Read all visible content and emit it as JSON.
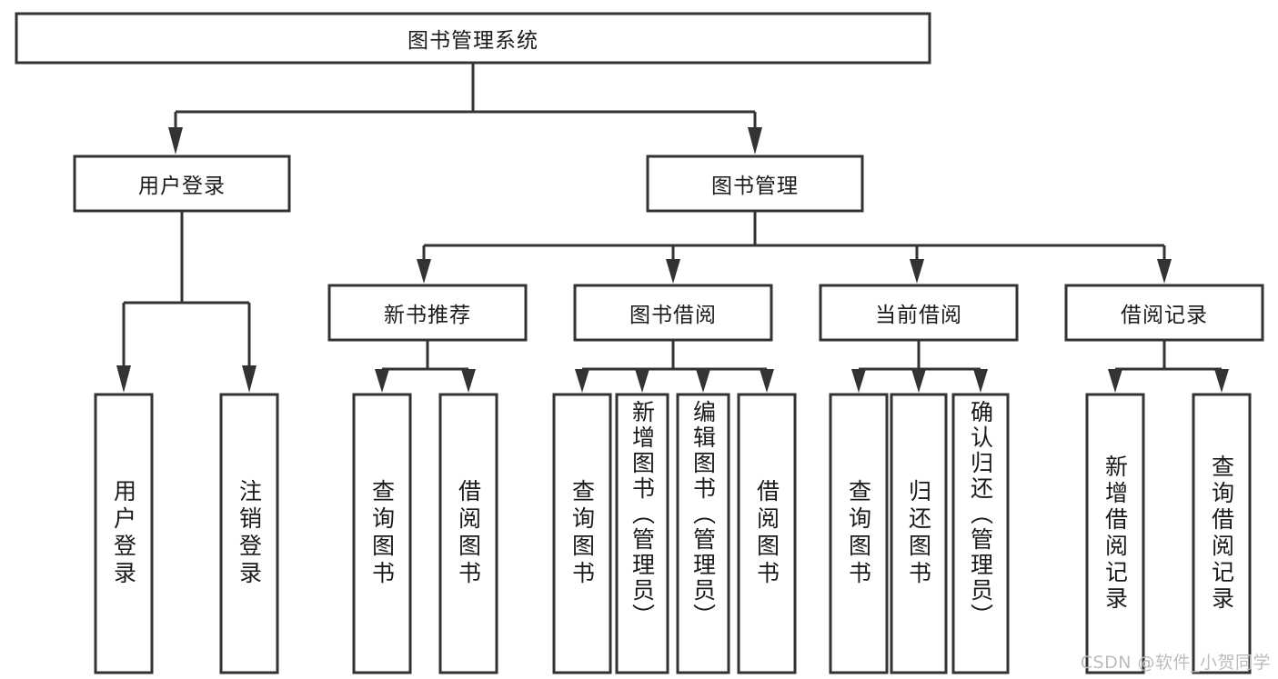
{
  "diagram": {
    "type": "tree-hierarchy",
    "title": "图书管理系统",
    "watermark": "CSDN @软件_小贺同学",
    "colors": {
      "stroke": "#333333",
      "fill": "#ffffff",
      "text": "#1a1a1a",
      "watermark": "#bcbcbc",
      "background": "#ffffff"
    },
    "levels": [
      {
        "level": 0,
        "nodes": [
          {
            "id": "root",
            "label": "图书管理系统",
            "orientation": "horizontal"
          }
        ]
      },
      {
        "level": 1,
        "nodes": [
          {
            "id": "user-login",
            "label": "用户登录",
            "orientation": "horizontal",
            "parent": "root"
          },
          {
            "id": "book-manage",
            "label": "图书管理",
            "orientation": "horizontal",
            "parent": "root"
          }
        ]
      },
      {
        "level": 2,
        "nodes": [
          {
            "id": "new-book-rec",
            "label": "新书推荐",
            "orientation": "horizontal",
            "parent": "book-manage"
          },
          {
            "id": "book-borrow",
            "label": "图书借阅",
            "orientation": "horizontal",
            "parent": "book-manage"
          },
          {
            "id": "current-borrow",
            "label": "当前借阅",
            "orientation": "horizontal",
            "parent": "book-manage"
          },
          {
            "id": "borrow-record",
            "label": "借阅记录",
            "orientation": "horizontal",
            "parent": "book-manage"
          }
        ]
      },
      {
        "level": 3,
        "nodes": [
          {
            "id": "leaf-user-login",
            "label": "用户登录",
            "orientation": "vertical",
            "parent": "user-login"
          },
          {
            "id": "leaf-logout",
            "label": "注销登录",
            "orientation": "vertical",
            "parent": "user-login"
          },
          {
            "id": "leaf-query-book-1",
            "label": "查询图书",
            "orientation": "vertical",
            "parent": "new-book-rec"
          },
          {
            "id": "leaf-borrow-book-1",
            "label": "借阅图书",
            "orientation": "vertical",
            "parent": "new-book-rec"
          },
          {
            "id": "leaf-query-book-2",
            "label": "查询图书",
            "orientation": "vertical",
            "parent": "book-borrow"
          },
          {
            "id": "leaf-add-book",
            "label": "新增图书（管理员）",
            "orientation": "vertical",
            "parent": "book-borrow"
          },
          {
            "id": "leaf-edit-book",
            "label": "编辑图书（管理员）",
            "orientation": "vertical",
            "parent": "book-borrow"
          },
          {
            "id": "leaf-borrow-book-2",
            "label": "借阅图书",
            "orientation": "vertical",
            "parent": "book-borrow"
          },
          {
            "id": "leaf-query-book-3",
            "label": "查询图书",
            "orientation": "vertical",
            "parent": "current-borrow"
          },
          {
            "id": "leaf-return-book",
            "label": "归还图书",
            "orientation": "vertical",
            "parent": "current-borrow"
          },
          {
            "id": "leaf-confirm-return",
            "label": "确认归还（管理员）",
            "orientation": "vertical",
            "parent": "current-borrow"
          },
          {
            "id": "leaf-add-record",
            "label": "新增借阅记录",
            "orientation": "vertical",
            "parent": "borrow-record"
          },
          {
            "id": "leaf-query-record",
            "label": "查询借阅记录",
            "orientation": "vertical",
            "parent": "borrow-record"
          }
        ]
      }
    ]
  }
}
